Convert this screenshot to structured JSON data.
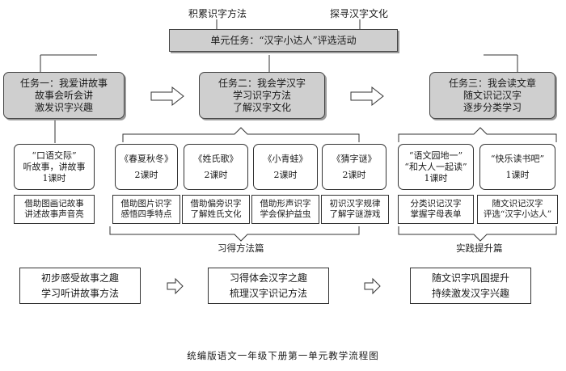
{
  "header": {
    "left_label": "积累识字方法",
    "right_label": "探寻汉字文化",
    "main_task": "单元任务：“汉字小达人”评选活动"
  },
  "tasks": [
    {
      "lines": [
        "任务一：我爱讲故事",
        "故事会听会讲",
        "激发识字兴趣"
      ]
    },
    {
      "lines": [
        "任务二：我会学汉字",
        "学习识字方法",
        "了解汉字文化"
      ]
    },
    {
      "lines": [
        "任务三：我会读文章",
        "随文识记汉字",
        "逐步分类学习"
      ]
    }
  ],
  "lessons": [
    {
      "lines": [
        "“口语交际”",
        "听故事，讲故事",
        "1课时"
      ],
      "activity": [
        "借助图画记故事",
        "讲述故事声音亮"
      ]
    },
    {
      "lines": [
        "《春夏秋冬》",
        "2课时"
      ],
      "activity": [
        "借助图片识字",
        "感悟四季特点"
      ]
    },
    {
      "lines": [
        "《姓氏歌》",
        "2课时"
      ],
      "activity": [
        "借助偏旁识字",
        "了解姓氏文化"
      ]
    },
    {
      "lines": [
        "《小青蛙》",
        "2课时"
      ],
      "activity": [
        "借助形声识字",
        "学会保护益虫"
      ]
    },
    {
      "lines": [
        "《猜字谜》",
        "2课时"
      ],
      "activity": [
        "初识汉字规律",
        "了解字谜游戏"
      ]
    },
    {
      "lines": [
        "“语文园地一”",
        "“和大人一起读”",
        "1课时"
      ],
      "activity": [
        "分类识记汉字",
        "掌握字母表单"
      ]
    },
    {
      "lines": [
        "“快乐读书吧”",
        "1课时"
      ],
      "activity": [
        "随文识记汉字",
        "评选“汉字小达人”"
      ]
    }
  ],
  "braces": {
    "methods": "习得方法篇",
    "practice": "实践提升篇"
  },
  "outcomes": [
    {
      "lines": [
        "初步感受故事之趣",
        "学习听讲故事方法"
      ]
    },
    {
      "lines": [
        "习得体会汉字之趣",
        "梳理汉字识记方法"
      ]
    },
    {
      "lines": [
        "随文识字巩固提升",
        "持续激发汉字兴趣"
      ]
    }
  ],
  "caption": "统编版语文一年级下册第一单元教学流程图"
}
